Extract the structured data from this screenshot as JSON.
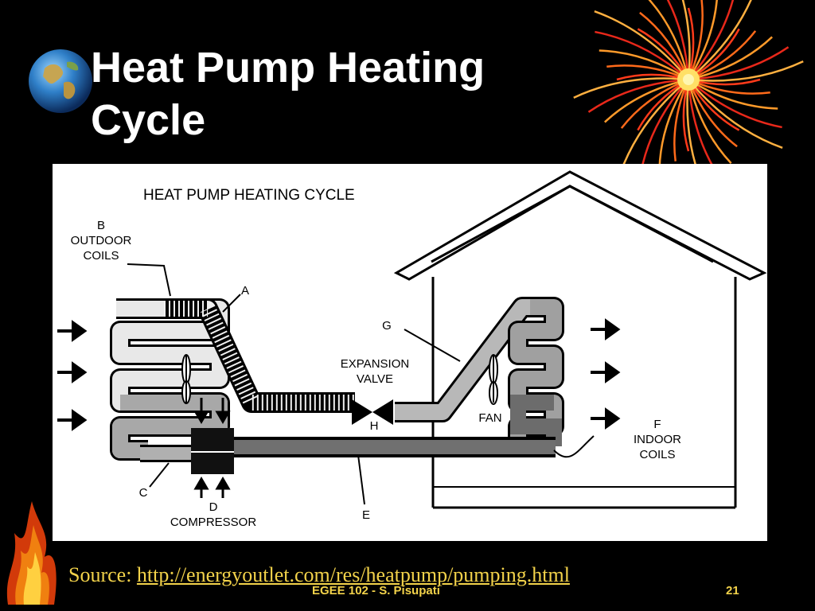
{
  "slide": {
    "title": "Heat Pump Heating Cycle",
    "source_label": "Source: ",
    "source_link": "http://energyoutlet.com/res/heatpump/pumping.html",
    "footer": "EGEE 102 - S. Pisupati",
    "page_number": "21"
  },
  "diagram": {
    "title": "HEAT PUMP HEATING CYCLE",
    "labels": {
      "outdoor_coils": "B\nOUTDOOR\nCOILS",
      "a": "A",
      "g": "G",
      "expansion_valve": "EXPANSION\nVALVE",
      "h": "H",
      "fan": "FAN",
      "indoor_coils": "F\nINDOOR\nCOILS",
      "c": "C",
      "compressor": "D\nCOMPRESSOR",
      "e": "E"
    }
  },
  "icons": [
    "globe-icon",
    "fireworks-burst",
    "flames-icon"
  ]
}
